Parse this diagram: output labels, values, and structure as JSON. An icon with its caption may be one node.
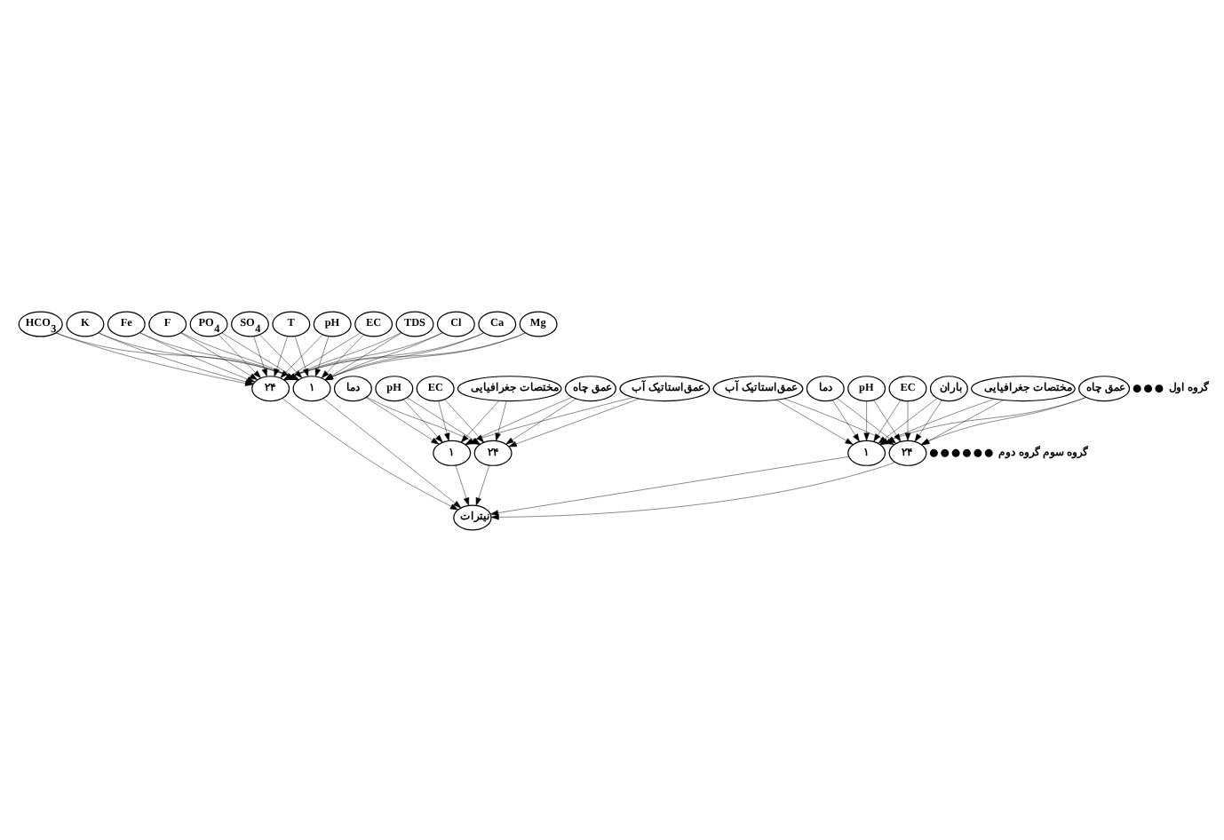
{
  "diagram": {
    "nodes": [
      {
        "text": [
          "pH"
        ]
      },
      {
        "text": [
          "EC"
        ]
      },
      {
        "text": [
          "TDS"
        ]
      },
      {
        "text": [
          "Cl"
        ]
      },
      {
        "text": [
          "Ca"
        ]
      },
      {
        "text": [
          "Mg"
        ]
      },
      {
        "text": [
          "HCO$_{3}$"
        ]
      },
      {
        "text": [
          "K"
        ]
      },
      {
        "text": [
          "Fe"
        ]
      },
      {
        "text": [
          "F"
        ]
      },
      {
        "text": [
          "PO$_{4}$"
        ]
      },
      {
        "text": [
          "SO$_{4}$"
        ]
      },
      {
        "text": [
          "T"
        ]
      },
      {
        "text": [
          "۱"
        ]
      },
      {
        "text": [],
        "shape": "circle"
      },
      {
        "text": [],
        "shape": "circle"
      },
      {
        "text": [],
        "shape": "circle"
      },
      {
        "text": [
          "۲۴"
        ]
      },
      {
        "text": [
          "مختصات جغرافیایی"
        ]
      },
      {
        "text": [
          "عمق چاه"
        ]
      },
      {
        "text": [
          "عمق‌استاتیک آب"
        ]
      },
      {
        "text": [
          "دما"
        ]
      },
      {
        "text": [
          "pH"
        ]
      },
      {
        "text": [
          "EC"
        ]
      },
      {
        "text": [
          "۱"
        ]
      },
      {
        "text": [],
        "shape": "circle"
      },
      {
        "text": [],
        "shape": "circle"
      },
      {
        "text": [],
        "shape": "circle"
      },
      {
        "text": [
          "۲۴"
        ]
      },
      {
        "text": [
          "نیترات"
        ]
      },
      {
        "text": [
          "۱"
        ]
      },
      {
        "text": [],
        "shape": "circle"
      },
      {
        "text": [],
        "shape": "circle"
      },
      {
        "text": [],
        "shape": "circle"
      },
      {
        "text": [
          "۲۴"
        ]
      },
      {
        "text": [
          "مختصات جغرافیایی"
        ]
      },
      {
        "text": [
          "عمق چاه"
        ]
      },
      {
        "text": [
          "عمق‌استاتیک آب"
        ]
      },
      {
        "text": [
          "دما"
        ]
      },
      {
        "text": [
          "pH"
        ]
      },
      {
        "text": [
          "EC"
        ]
      },
      {
        "text": [
          "باران"
        ]
      }
    ],
    "edges": [
      {
        "from": 0,
        "to": 13,
        "arrow": "to"
      },
      {
        "from": 0,
        "to": 17,
        "arrow": "to"
      },
      {
        "from": 1,
        "to": 13,
        "arrow": "to"
      },
      {
        "from": 1,
        "to": 17,
        "arrow": "to"
      },
      {
        "from": 2,
        "to": 13,
        "arrow": "to"
      },
      {
        "from": 2,
        "to": 17,
        "arrow": "to"
      },
      {
        "from": 3,
        "to": 13,
        "arrow": "to"
      },
      {
        "from": 3,
        "to": 17,
        "arrow": "to"
      },
      {
        "from": 4,
        "to": 13,
        "arrow": "to"
      },
      {
        "from": 4,
        "to": 17,
        "arrow": "to"
      },
      {
        "from": 5,
        "to": 13,
        "arrow": "to"
      },
      {
        "from": 5,
        "to": 17,
        "arrow": "to"
      },
      {
        "from": 6,
        "to": 13,
        "arrow": "to"
      },
      {
        "from": 6,
        "to": 17,
        "arrow": "to"
      },
      {
        "from": 7,
        "to": 13,
        "arrow": "to"
      },
      {
        "from": 7,
        "to": 17,
        "arrow": "to"
      },
      {
        "from": 8,
        "to": 13,
        "arrow": "to"
      },
      {
        "from": 8,
        "to": 17,
        "arrow": "to"
      },
      {
        "from": 9,
        "to": 13,
        "arrow": "to"
      },
      {
        "from": 9,
        "to": 17,
        "arrow": "to"
      },
      {
        "from": 10,
        "to": 13,
        "arrow": "to"
      },
      {
        "from": 10,
        "to": 17,
        "arrow": "to"
      },
      {
        "from": 11,
        "to": 13,
        "arrow": "to"
      },
      {
        "from": 11,
        "to": 17,
        "arrow": "to"
      },
      {
        "from": 12,
        "to": 13,
        "arrow": "to"
      },
      {
        "from": 12,
        "to": 17,
        "arrow": "to"
      },
      {
        "from": 13,
        "to": 29,
        "arrow": "to"
      },
      {
        "from": 17,
        "to": 29,
        "arrow": "to"
      },
      {
        "from": 18,
        "to": 24,
        "arrow": "to"
      },
      {
        "from": 18,
        "to": 28,
        "arrow": "to"
      },
      {
        "from": 19,
        "to": 24,
        "arrow": "to"
      },
      {
        "from": 19,
        "to": 28,
        "arrow": "to"
      },
      {
        "from": 20,
        "to": 24,
        "arrow": "to"
      },
      {
        "from": 20,
        "to": 28,
        "arrow": "to"
      },
      {
        "from": 21,
        "to": 24,
        "arrow": "to"
      },
      {
        "from": 21,
        "to": 28,
        "arrow": "to"
      },
      {
        "from": 22,
        "to": 24,
        "arrow": "to"
      },
      {
        "from": 22,
        "to": 28,
        "arrow": "to"
      },
      {
        "from": 23,
        "to": 24,
        "arrow": "to"
      },
      {
        "from": 23,
        "to": 28,
        "arrow": "to"
      },
      {
        "from": 24,
        "to": 29,
        "arrow": "to"
      },
      {
        "from": 28,
        "to": 29,
        "arrow": "to"
      },
      {
        "from": 30,
        "to": 29,
        "arrow": "to"
      },
      {
        "from": 34,
        "to": 29,
        "arrow": "to"
      },
      {
        "from": 35,
        "to": 30,
        "arrow": "to"
      },
      {
        "from": 35,
        "to": 34,
        "arrow": "to"
      },
      {
        "from": 36,
        "to": 30,
        "arrow": "to"
      },
      {
        "from": 36,
        "to": 34,
        "arrow": "to"
      },
      {
        "from": 37,
        "to": 30,
        "arrow": "to"
      },
      {
        "from": 37,
        "to": 34,
        "arrow": "to"
      },
      {
        "from": 38,
        "to": 30,
        "arrow": "to"
      },
      {
        "from": 38,
        "to": 34,
        "arrow": "to"
      },
      {
        "from": 39,
        "to": 30,
        "arrow": "to"
      },
      {
        "from": 39,
        "to": 34,
        "arrow": "to"
      },
      {
        "from": 40,
        "to": 30,
        "arrow": "to"
      },
      {
        "from": 40,
        "to": 34,
        "arrow": "to"
      },
      {
        "from": 41,
        "to": 30,
        "arrow": "to"
      },
      {
        "from": 41,
        "to": 34,
        "arrow": "to"
      }
    ],
    "labels": [
      "گروه اول",
      "گروه دوم",
      "گروه سوم"
    ]
  }
}
